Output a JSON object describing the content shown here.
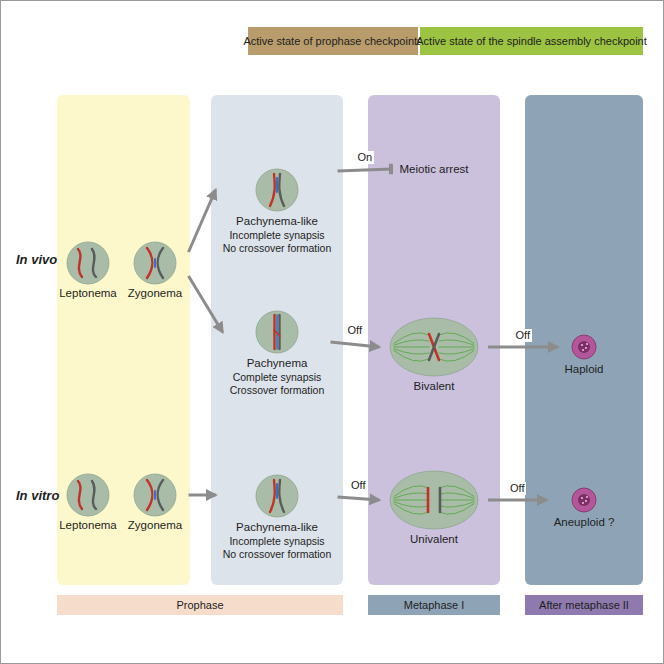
{
  "diagram": {
    "nodes": [
      {
        "text": [
          "Active state of prophase checkpoints"
        ]
      },
      {
        "text": [
          "Active state of the spindle assembly checkpoint"
        ]
      },
      {
        "text": [
          "Leptonema"
        ]
      },
      {
        "text": [
          "Zygonema"
        ]
      },
      {
        "text": [
          "Pachynema-like",
          "Incomplete synapsis",
          "No crossover formation"
        ]
      },
      {
        "text": [
          "Pachynema",
          "Complete synapsis",
          "Crossover formation"
        ]
      },
      {
        "text": [
          "Meiotic arrest"
        ]
      },
      {
        "text": [
          "Bivalent"
        ]
      },
      {
        "text": [
          "Haploid"
        ]
      },
      {
        "text": [
          "Leptonema"
        ]
      },
      {
        "text": [
          "Zygonema"
        ]
      },
      {
        "text": [
          "Pachynema-like",
          "Incomplete synapsis",
          "No crossover formation"
        ]
      },
      {
        "text": [
          "Univalent"
        ]
      },
      {
        "text": [
          "Aneuploid ?"
        ]
      },
      {
        "text": [
          "Prophase"
        ]
      },
      {
        "text": [
          "Metaphase I"
        ]
      },
      {
        "text": [
          "After metaphase II"
        ]
      }
    ],
    "edges": [
      {
        "from": 3,
        "to": 4,
        "arrow": "to"
      },
      {
        "from": 3,
        "to": 5,
        "arrow": "to"
      },
      {
        "from": 4,
        "to": 6,
        "label": "On",
        "arrow": "to"
      },
      {
        "from": 5,
        "to": 7,
        "label": "Off",
        "arrow": "to"
      },
      {
        "from": 7,
        "to": 8,
        "label": "Off",
        "arrow": "to"
      },
      {
        "from": 10,
        "to": 11,
        "arrow": "to"
      },
      {
        "from": 11,
        "to": 12,
        "label": "Off",
        "arrow": "to"
      },
      {
        "from": 12,
        "to": 13,
        "label": "Off",
        "arrow": "to"
      }
    ],
    "labels": [
      "In vivo",
      "In vitro"
    ]
  }
}
